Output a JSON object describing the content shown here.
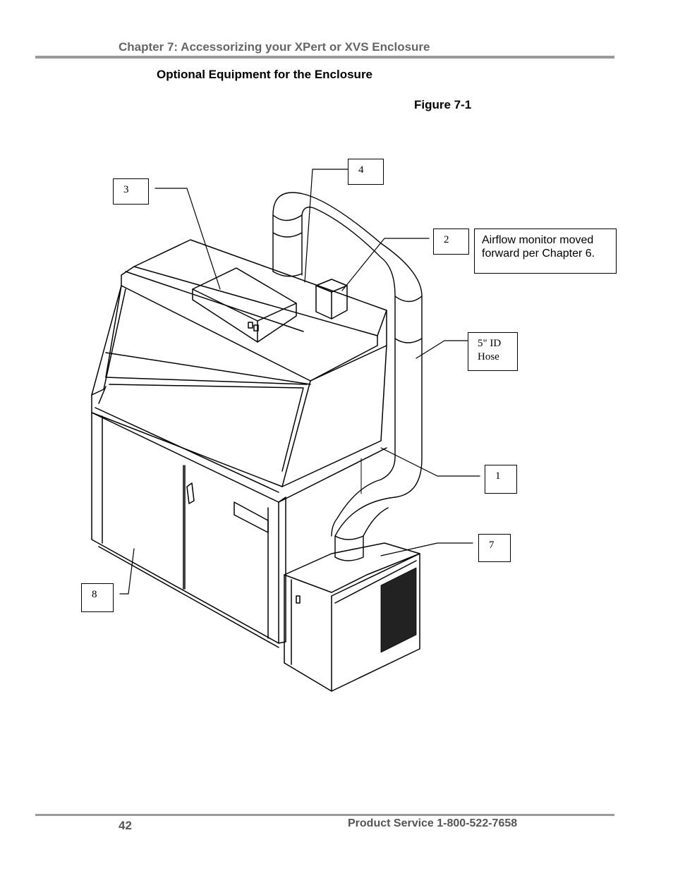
{
  "header": {
    "chapter_title": "Chapter 7: Accessorizing your XPert or XVS Enclosure"
  },
  "section": {
    "title": "Optional Equipment for the Enclosure"
  },
  "figure": {
    "title": "Figure 7-1",
    "callouts": {
      "c1": "1",
      "c2": "2",
      "c3": "3",
      "c4": "4",
      "c7": "7",
      "c8": "8",
      "hose_line1": "5\" ID",
      "hose_line2": "Hose"
    },
    "note_line1": "Airflow monitor moved",
    "note_line2": "forward per Chapter 6."
  },
  "footer": {
    "page_number": "42",
    "product_service": "Product Service 1-800-522-7658"
  }
}
